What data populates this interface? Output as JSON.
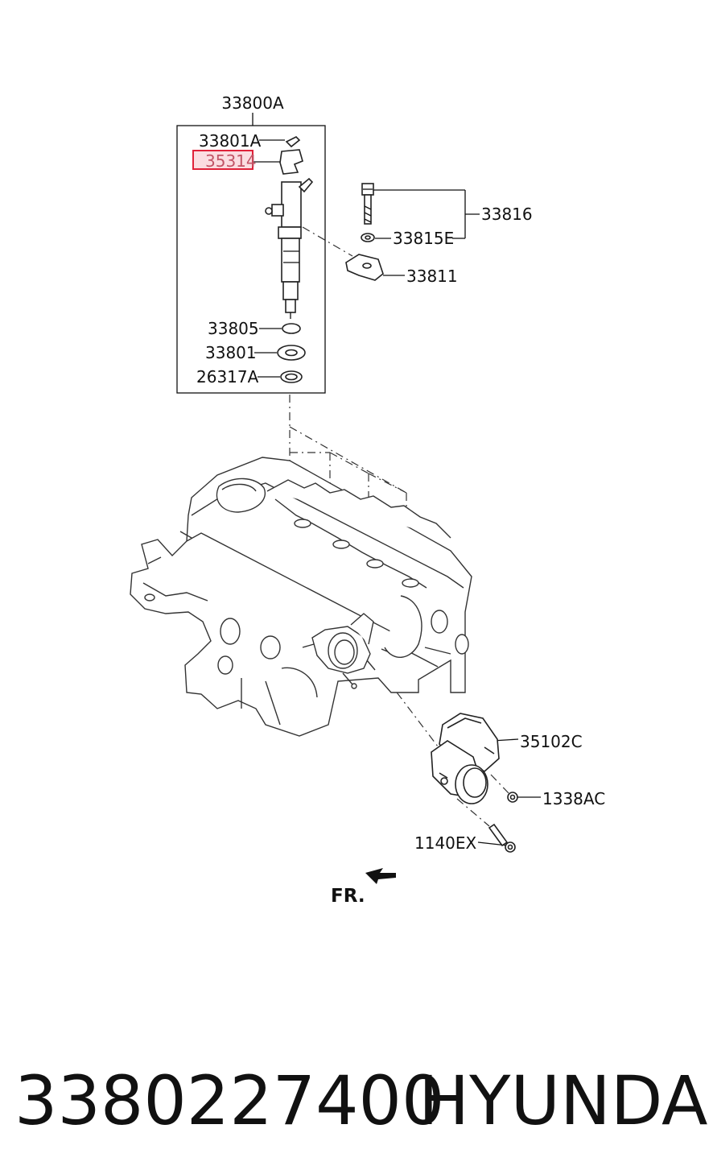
{
  "labels": {
    "assembly": "33800A",
    "p33801a": "33801A",
    "p35314": "35314",
    "p33816": "33816",
    "p33815e": "33815E",
    "p33811": "33811",
    "p33805": "33805",
    "p33801": "33801",
    "p26317a": "26317A",
    "p35102c": "35102C",
    "p1338ac": "1338AC",
    "p1140ex": "1140EX",
    "front": "FR."
  },
  "footer": {
    "part_number": "3380227400",
    "brand": "HYUNDAI"
  },
  "colors": {
    "highlight_box": "#e0223a",
    "highlight_fill": "#fbdde1",
    "highlight_text": "#c25466"
  },
  "icons": {
    "front_arrow": "front-arrow-icon"
  }
}
